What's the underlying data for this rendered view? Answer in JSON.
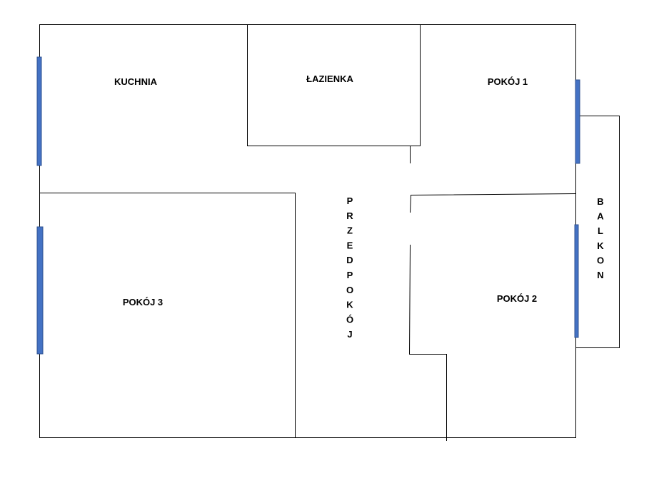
{
  "rooms": {
    "kuchnia": "KUCHNIA",
    "lazienka": "ŁAZIENKA",
    "pokoj1": "POKÓJ 1",
    "pokoj2": "POKÓJ 2",
    "pokoj3": "POKÓJ 3",
    "przedpokoj": [
      "P",
      "R",
      "Z",
      "E",
      "D",
      "P",
      "O",
      "K",
      "Ó",
      "J"
    ],
    "balkon": [
      "B",
      "A",
      "L",
      "K",
      "O",
      "N"
    ]
  },
  "colors": {
    "wall": "#000000",
    "window": "#4472C4",
    "window_border": "#2F528F"
  }
}
